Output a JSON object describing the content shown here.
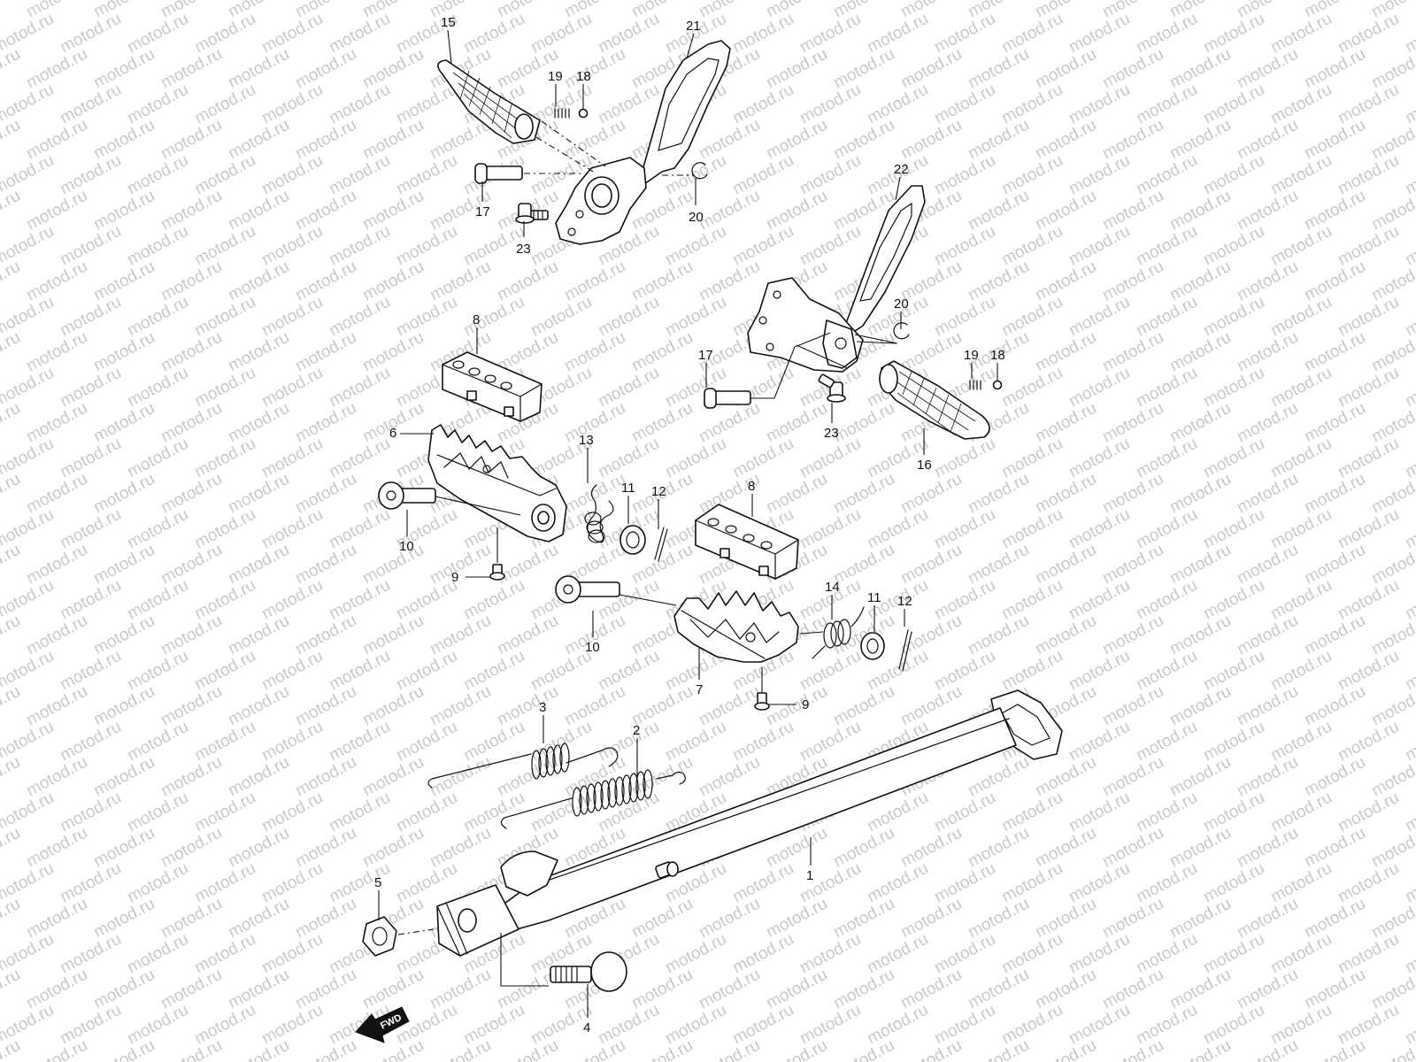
{
  "watermark": {
    "text": "motod.ru",
    "color": "#c9c9c9"
  },
  "fwd_label": "FWD",
  "callouts": {
    "c1": "1",
    "c2": "2",
    "c3": "3",
    "c4": "4",
    "c5": "5",
    "c6": "6",
    "c7": "7",
    "c8a": "8",
    "c8b": "8",
    "c9a": "9",
    "c9b": "9",
    "c10a": "10",
    "c10b": "10",
    "c11a": "11",
    "c11b": "11",
    "c12a": "12",
    "c12b": "12",
    "c13": "13",
    "c14": "14",
    "c15": "15",
    "c16": "16",
    "c17a": "17",
    "c17b": "17",
    "c18a": "18",
    "c18b": "18",
    "c19a": "19",
    "c19b": "19",
    "c20a": "20",
    "c20b": "20",
    "c21": "21",
    "c22": "22",
    "c23a": "23",
    "c23b": "23"
  },
  "parts": [
    {
      "ref": "1",
      "part": "side-stand"
    },
    {
      "ref": "2",
      "part": "side-stand-spring-outer"
    },
    {
      "ref": "3",
      "part": "side-stand-spring-inner"
    },
    {
      "ref": "4",
      "part": "side-stand-bolt"
    },
    {
      "ref": "5",
      "part": "side-stand-nut"
    },
    {
      "ref": "6",
      "part": "footrest-right"
    },
    {
      "ref": "7",
      "part": "footrest-left"
    },
    {
      "ref": "8",
      "part": "footrest-rubber"
    },
    {
      "ref": "9",
      "part": "footrest-bolt"
    },
    {
      "ref": "10",
      "part": "footrest-pin"
    },
    {
      "ref": "11",
      "part": "washer"
    },
    {
      "ref": "12",
      "part": "cotter-pin"
    },
    {
      "ref": "13",
      "part": "footrest-spring-right"
    },
    {
      "ref": "14",
      "part": "footrest-spring-left"
    },
    {
      "ref": "15",
      "part": "pillion-footrest-right"
    },
    {
      "ref": "16",
      "part": "pillion-footrest-left"
    },
    {
      "ref": "17",
      "part": "pillion-footrest-pin"
    },
    {
      "ref": "18",
      "part": "ball"
    },
    {
      "ref": "19",
      "part": "spring"
    },
    {
      "ref": "20",
      "part": "e-ring"
    },
    {
      "ref": "21",
      "part": "pillion-bracket-right"
    },
    {
      "ref": "22",
      "part": "pillion-bracket-left"
    },
    {
      "ref": "23",
      "part": "bracket-bolt"
    }
  ]
}
